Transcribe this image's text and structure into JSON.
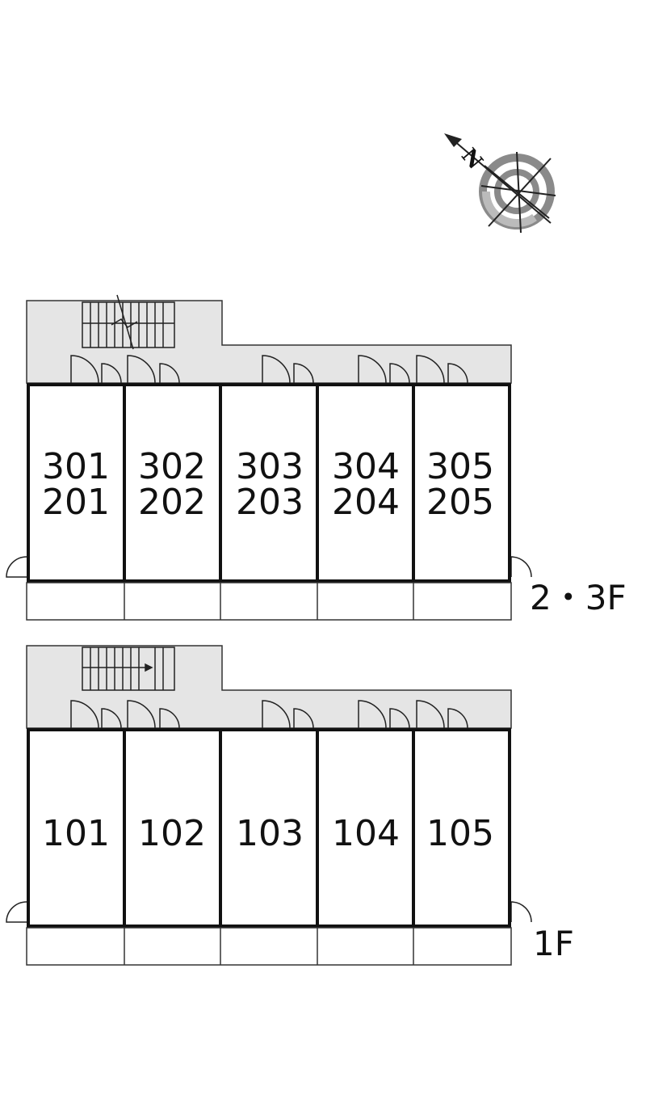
{
  "compass": {
    "north_label": "N"
  },
  "upper_floors": {
    "floor_label": "2・3F",
    "units": [
      {
        "top": "301",
        "bottom": "201"
      },
      {
        "top": "302",
        "bottom": "202"
      },
      {
        "top": "303",
        "bottom": "203"
      },
      {
        "top": "304",
        "bottom": "204"
      },
      {
        "top": "305",
        "bottom": "205"
      }
    ]
  },
  "ground_floor": {
    "floor_label": "1F",
    "units": [
      "101",
      "102",
      "103",
      "104",
      "105"
    ]
  }
}
